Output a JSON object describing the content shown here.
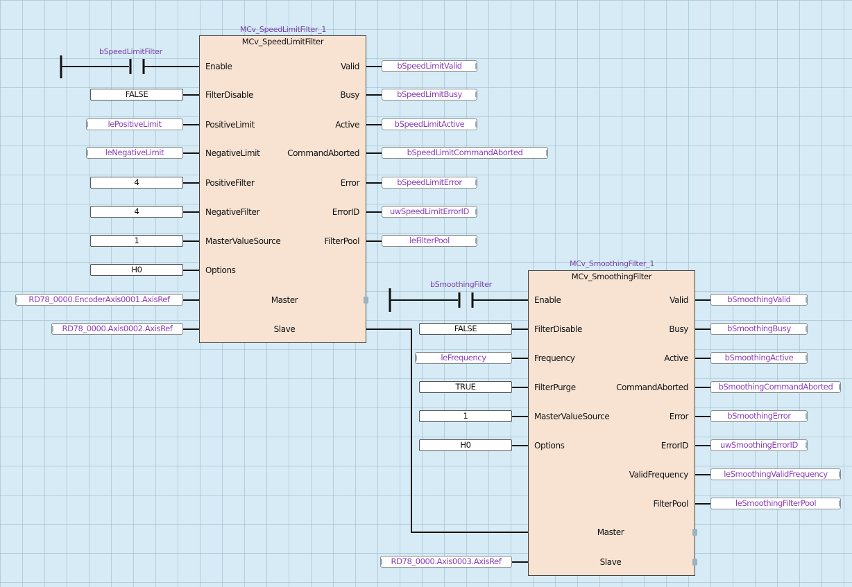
{
  "block1": {
    "instance": "MCv_SpeedLimitFilter_1",
    "type": "MCv_SpeedLimitFilter",
    "contact": "bSpeedLimitFilter",
    "inputs": [
      "Enable",
      "FilterDisable",
      "PositiveLimit",
      "NegativeLimit",
      "PositiveFilter",
      "NegativeFilter",
      "MasterValueSource",
      "Options"
    ],
    "outputs": [
      "Valid",
      "Busy",
      "Active",
      "CommandAborted",
      "Error",
      "ErrorID",
      "FilterPool"
    ],
    "inout": [
      "Master",
      "Slave"
    ],
    "in_values": [
      "FALSE",
      "lePositiveLimit",
      "leNegativeLimit",
      "4",
      "4",
      "1",
      "H0"
    ],
    "out_vars": [
      "bSpeedLimitValid",
      "bSpeedLimitBusy",
      "bSpeedLimitActive",
      "bSpeedLimitCommandAborted",
      "bSpeedLimitError",
      "uwSpeedLimitErrorID",
      "leFilterPool"
    ],
    "inout_vars": [
      "RD78_0000.EncoderAxis0001.AxisRef",
      "RD78_0000.Axis0002.AxisRef"
    ]
  },
  "block2": {
    "instance": "MCv_SmoothingFilter_1",
    "type": "MCv_SmoothingFilter",
    "contact": "bSmoothingFilter",
    "inputs": [
      "Enable",
      "FilterDisable",
      "Frequency",
      "FilterPurge",
      "MasterValueSource",
      "Options"
    ],
    "outputs": [
      "Valid",
      "Busy",
      "Active",
      "CommandAborted",
      "Error",
      "ErrorID",
      "ValidFrequency",
      "FilterPool"
    ],
    "inout": [
      "Master",
      "Slave"
    ],
    "in_values": [
      "FALSE",
      "leFrequency",
      "TRUE",
      "1",
      "H0"
    ],
    "out_vars": [
      "bSmoothingValid",
      "bSmoothingBusy",
      "bSmoothingActive",
      "bSmoothingCommandAborted",
      "bSmoothingError",
      "uwSmoothingErrorID",
      "leSmoothingValidFrequency",
      "leSmoothingFilterPool"
    ],
    "inout_vars": [
      "RD78_0000.Axis0003.AxisRef"
    ]
  },
  "colors": {
    "block_fill": "#f8e3d3",
    "variable_text": "#8a3fb8",
    "background": "#d6ebf5"
  }
}
